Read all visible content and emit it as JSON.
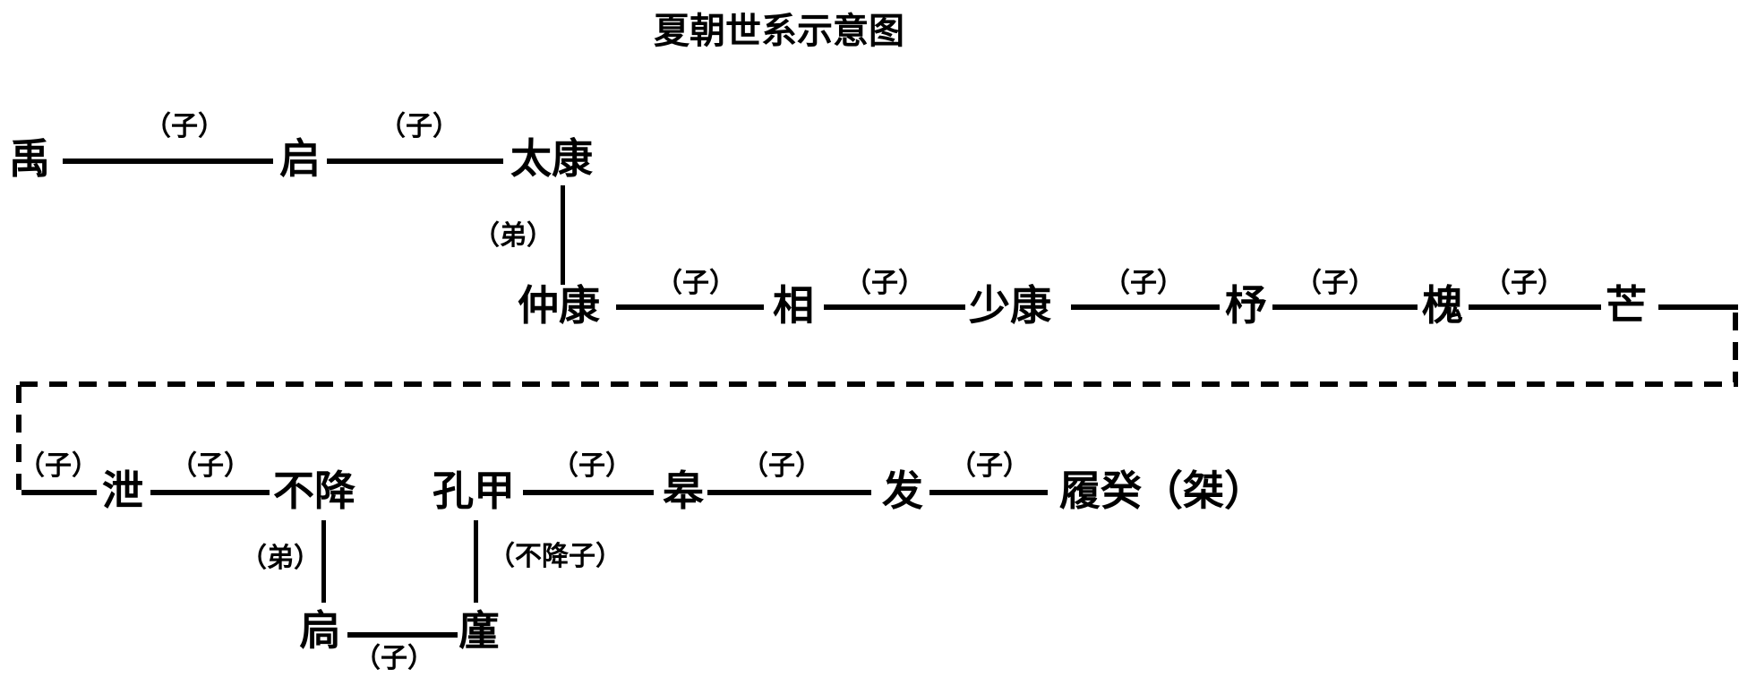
{
  "title": "夏朝世系示意图",
  "relation_labels": {
    "son": "（子）",
    "brother": "（弟）",
    "bujiang_son": "（不降子）"
  },
  "rulers": {
    "yu": "禹",
    "qi": "启",
    "taikang": "太康",
    "zhongkang": "仲康",
    "xiang": "相",
    "shaokang": "少康",
    "zhu": "杼",
    "huai": "槐",
    "mang": "芒",
    "xie": "泄",
    "bujiang": "不降",
    "kongjia": "孔甲",
    "gao": "皋",
    "fa": "发",
    "lugui_jie": "履癸（桀）",
    "jiong": "扃",
    "jin": "廑"
  },
  "diagram_colors": {
    "ink": "#000000",
    "background": "#ffffff"
  }
}
